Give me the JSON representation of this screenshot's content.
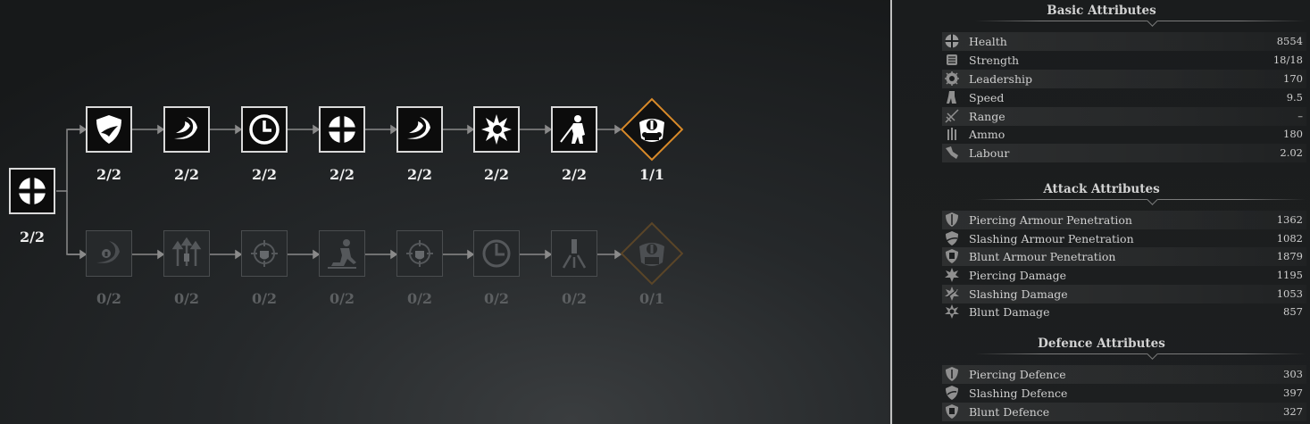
{
  "skill_tree": {
    "root": {
      "icon": "health-cross-icon",
      "level": "2/2"
    },
    "top_row": [
      {
        "icon": "shield-bird-icon",
        "level": "2/2"
      },
      {
        "icon": "swoosh-icon",
        "level": "2/2"
      },
      {
        "icon": "clock-icon",
        "level": "2/2"
      },
      {
        "icon": "health-cross-icon",
        "level": "2/2"
      },
      {
        "icon": "swoosh-icon",
        "level": "2/2"
      },
      {
        "icon": "burst-icon",
        "level": "2/2"
      },
      {
        "icon": "spearman-icon",
        "level": "2/2"
      },
      {
        "icon": "warrior-emblem-icon",
        "level": "1/1"
      }
    ],
    "bottom_row": [
      {
        "icon": "eye-swoosh-icon",
        "level": "0/2"
      },
      {
        "icon": "arrows-up-icon",
        "level": "0/2"
      },
      {
        "icon": "target-shield-icon",
        "level": "0/2"
      },
      {
        "icon": "runner-icon",
        "level": "0/2"
      },
      {
        "icon": "target-shield-icon",
        "level": "0/2"
      },
      {
        "icon": "timer-icon",
        "level": "0/2"
      },
      {
        "icon": "ammo-spread-icon",
        "level": "0/2"
      },
      {
        "icon": "warrior-emblem-icon",
        "level": "0/1"
      }
    ]
  },
  "panel": {
    "basic": {
      "title": "Basic Attributes",
      "rows": [
        {
          "icon": "health-icon",
          "label": "Health",
          "value": "8554"
        },
        {
          "icon": "strength-icon",
          "label": "Strength",
          "value": "18/18"
        },
        {
          "icon": "leadership-icon",
          "label": "Leadership",
          "value": "170"
        },
        {
          "icon": "speed-icon",
          "label": "Speed",
          "value": "9.5"
        },
        {
          "icon": "range-icon",
          "label": "Range",
          "value": "–"
        },
        {
          "icon": "ammo-icon",
          "label": "Ammo",
          "value": "180"
        },
        {
          "icon": "labour-icon",
          "label": "Labour",
          "value": "2.02"
        }
      ]
    },
    "attack": {
      "title": "Attack Attributes",
      "rows": [
        {
          "icon": "piercing-pen-icon",
          "label": "Piercing Armour Penetration",
          "value": "1362"
        },
        {
          "icon": "slashing-pen-icon",
          "label": "Slashing Armour Penetration",
          "value": "1082"
        },
        {
          "icon": "blunt-pen-icon",
          "label": "Blunt Armour Penetration",
          "value": "1879"
        },
        {
          "icon": "piercing-damage-icon",
          "label": "Piercing Damage",
          "value": "1195"
        },
        {
          "icon": "slashing-damage-icon",
          "label": "Slashing Damage",
          "value": "1053"
        },
        {
          "icon": "blunt-damage-icon",
          "label": "Blunt Damage",
          "value": "857"
        }
      ]
    },
    "defence": {
      "title": "Defence Attributes",
      "rows": [
        {
          "icon": "piercing-defence-icon",
          "label": "Piercing Defence",
          "value": "303"
        },
        {
          "icon": "slashing-defence-icon",
          "label": "Slashing Defence",
          "value": "397"
        },
        {
          "icon": "blunt-defence-icon",
          "label": "Blunt Defence",
          "value": "327"
        }
      ]
    }
  }
}
